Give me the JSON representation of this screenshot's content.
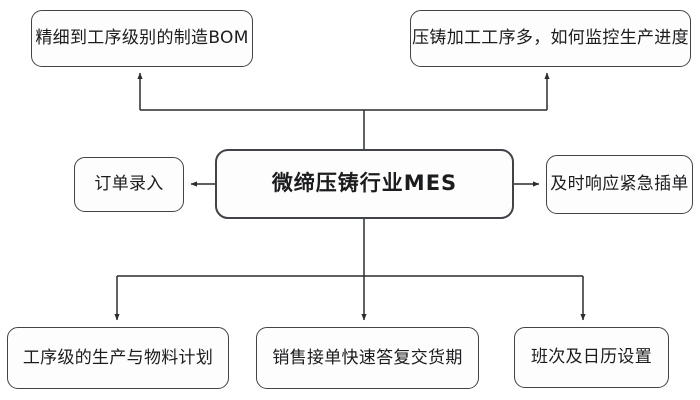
{
  "diagram": {
    "title": "微缔压铸行业MES",
    "type": "mind-map",
    "stroke_color": "#404348",
    "fill_color": "#fdfdfd",
    "text_color": "#1b1c1e",
    "background": "#ffffff",
    "center": {
      "id": "center",
      "label": "微缔压铸行业MES"
    },
    "nodes": [
      {
        "id": "bom",
        "label": "精细到工序级别的制造BOM",
        "row": "top",
        "position": "top-left"
      },
      {
        "id": "progress",
        "label": "压铸加工工序多，如何监控生产进度",
        "row": "top",
        "position": "top-right"
      },
      {
        "id": "order",
        "label": "订单录入",
        "row": "middle",
        "position": "left"
      },
      {
        "id": "urgent",
        "label": "及时响应紧急插单",
        "row": "middle",
        "position": "right"
      },
      {
        "id": "plan",
        "label": "工序级的生产与物料计划",
        "row": "bottom",
        "position": "bottom-left"
      },
      {
        "id": "sales",
        "label": "销售接单快速答复交货期",
        "row": "bottom",
        "position": "bottom-center"
      },
      {
        "id": "shift",
        "label": "班次及日历设置",
        "row": "bottom",
        "position": "bottom-right"
      }
    ],
    "connections": [
      {
        "from": "center",
        "to": "bom",
        "arrow": "up"
      },
      {
        "from": "center",
        "to": "progress",
        "arrow": "up"
      },
      {
        "from": "center",
        "to": "order",
        "arrow": "left"
      },
      {
        "from": "center",
        "to": "urgent",
        "arrow": "right"
      },
      {
        "from": "center",
        "to": "plan",
        "arrow": "down"
      },
      {
        "from": "center",
        "to": "sales",
        "arrow": "down"
      },
      {
        "from": "center",
        "to": "shift",
        "arrow": "down"
      }
    ]
  }
}
